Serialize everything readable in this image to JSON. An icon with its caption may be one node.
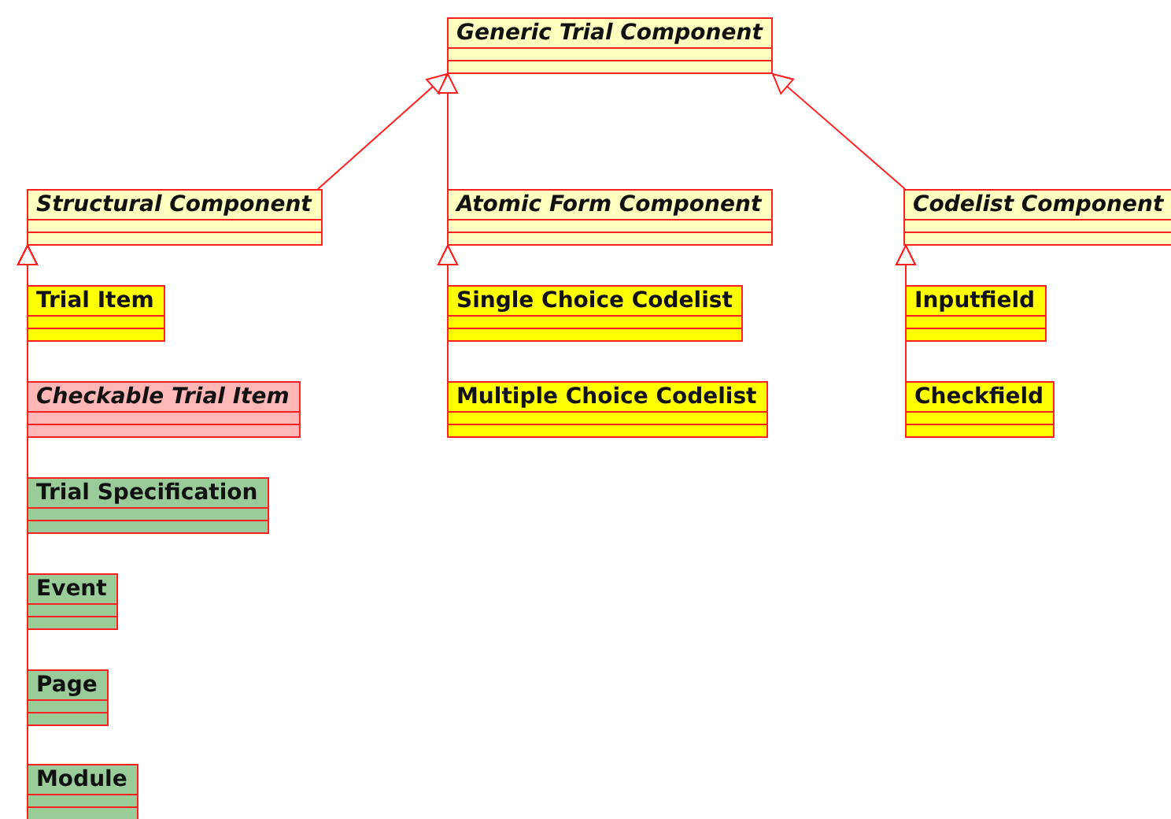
{
  "diagram": {
    "nodes": [
      {
        "text": [
          "Generic Trial Component"
        ]
      },
      {
        "text": [
          "Structural Component"
        ]
      },
      {
        "text": [
          "Atomic Form Component"
        ]
      },
      {
        "text": [
          "Codelist Component"
        ]
      },
      {
        "text": [
          "Trial Item"
        ]
      },
      {
        "text": [
          "Checkable Trial Item"
        ]
      },
      {
        "text": [
          "Trial Specification"
        ]
      },
      {
        "text": [
          "Event"
        ]
      },
      {
        "text": [
          "Page"
        ]
      },
      {
        "text": [
          "Module"
        ]
      },
      {
        "text": [
          "Single Choice Codelist"
        ]
      },
      {
        "text": [
          "Multiple Choice Codelist"
        ]
      },
      {
        "text": [
          "Inputfield"
        ]
      },
      {
        "text": [
          "Checkfield"
        ]
      }
    ],
    "edges": [
      {
        "from": 1,
        "to": 0,
        "arrow": "to"
      },
      {
        "from": 2,
        "to": 0,
        "arrow": "to"
      },
      {
        "from": 3,
        "to": 0,
        "arrow": "to"
      },
      {
        "from": 4,
        "to": 1,
        "arrow": "to"
      },
      {
        "from": 5,
        "to": 1,
        "arrow": "to"
      },
      {
        "from": 6,
        "to": 1,
        "arrow": "to"
      },
      {
        "from": 7,
        "to": 1,
        "arrow": "to"
      },
      {
        "from": 8,
        "to": 1,
        "arrow": "to"
      },
      {
        "from": 9,
        "to": 1,
        "arrow": "to"
      },
      {
        "from": 10,
        "to": 2,
        "arrow": "to"
      },
      {
        "from": 11,
        "to": 2,
        "arrow": "to"
      },
      {
        "from": 12,
        "to": 3,
        "arrow": "to"
      },
      {
        "from": 13,
        "to": 3,
        "arrow": "to"
      }
    ]
  }
}
